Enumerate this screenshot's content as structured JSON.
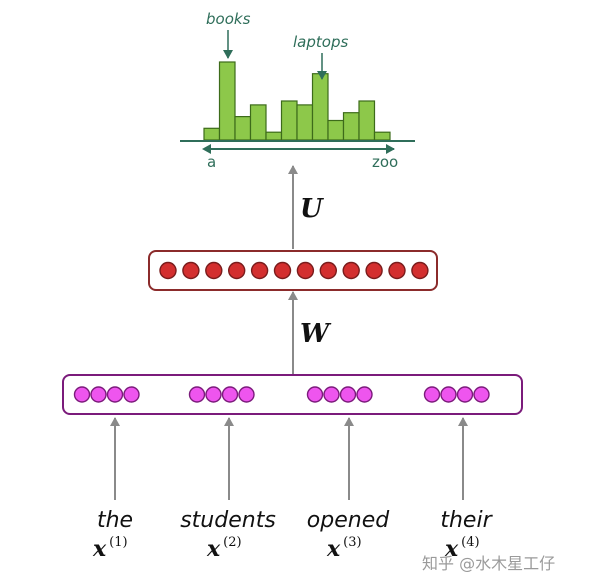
{
  "hist": {
    "values": [
      3,
      20,
      6,
      9,
      2,
      10,
      9,
      17,
      5,
      7,
      10,
      2
    ],
    "annotations": [
      "books",
      "laptops"
    ],
    "axis_left": "a",
    "axis_right": "zoo",
    "bar_color": "#8dc84a",
    "bar_stroke": "#3d6b1a"
  },
  "matrices": {
    "U": "U",
    "W": "W"
  },
  "hidden": {
    "count": 12,
    "fill": "#d32f2f",
    "stroke": "#7a1c1c",
    "box_color": "#8b2b2b"
  },
  "embedding": {
    "groups": 4,
    "per_group": 4,
    "fill": "#ee55ee",
    "stroke": "#7b1b7b",
    "box_color": "#7b1b7b"
  },
  "words": [
    {
      "word": "the",
      "x": "x",
      "sup": "(1)"
    },
    {
      "word": "students",
      "x": "x",
      "sup": "(2)"
    },
    {
      "word": "opened",
      "x": "x",
      "sup": "(3)"
    },
    {
      "word": "their",
      "x": "x",
      "sup": "(4)"
    }
  ],
  "colors": {
    "arrow": "#8a8a8a",
    "annot": "#2f6e5a"
  },
  "watermark": "知乎 @水木星工仔"
}
